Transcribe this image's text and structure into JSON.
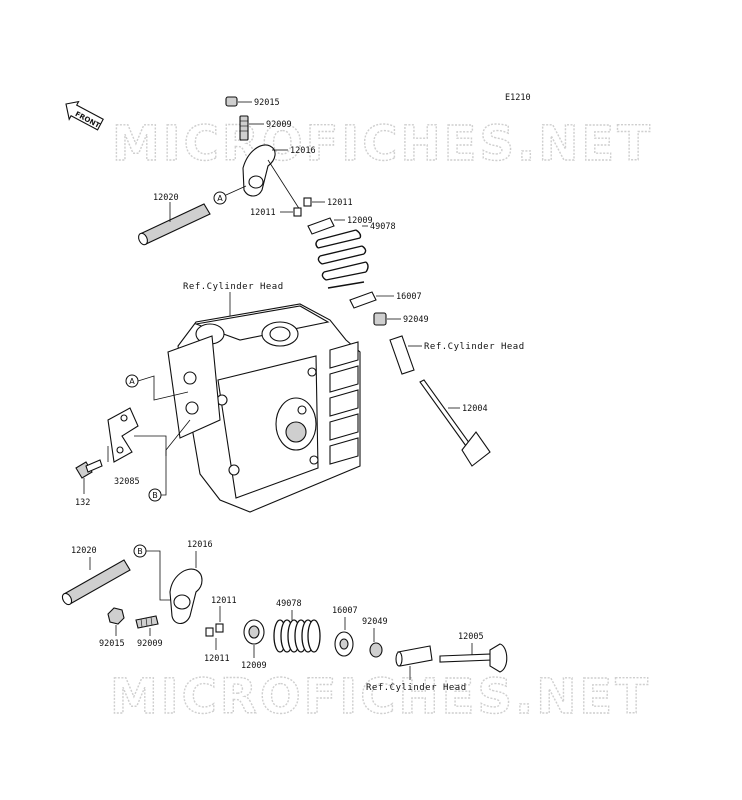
{
  "diagram_code": "E1210",
  "front_marker": "FRONT",
  "watermark_text": "MICROFICHES.NET",
  "ref_cylinder_head": "Ref.Cylinder Head",
  "callouts": {
    "a": "A",
    "b": "B"
  },
  "upper_parts": {
    "p92015": "92015",
    "p92009a": "92009",
    "p12016": "12016",
    "p12020": "12020",
    "p12011a": "12011",
    "p12011b": "12011",
    "p12009": "12009",
    "p49078": "49078",
    "p16007": "16007",
    "p92049": "92049",
    "p12004": "12004"
  },
  "head_parts": {
    "p32085": "32085",
    "p132": "132"
  },
  "lower_parts": {
    "p12020": "12020",
    "p12016": "12016",
    "p12011a": "12011",
    "p12011b": "12011",
    "p92015": "92015",
    "p92009": "92009",
    "p12009": "12009",
    "p49078": "49078",
    "p16007": "16007",
    "p92049": "92049",
    "p12005": "12005"
  }
}
